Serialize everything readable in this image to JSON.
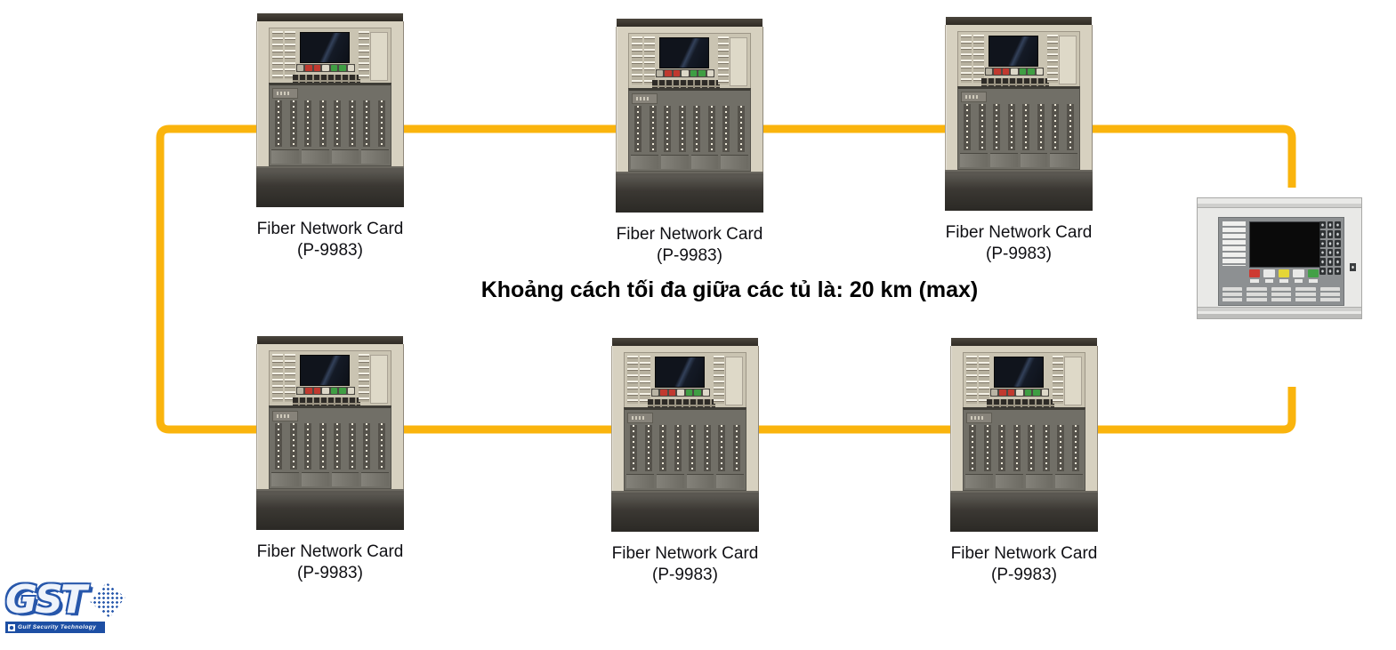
{
  "note": {
    "text": "Khoảng cách tối đa giữa các tủ là: 20 km (max)"
  },
  "cabinets": [
    {
      "position": "top-left",
      "line1": "Fiber Network Card",
      "line2": "(P-9983)"
    },
    {
      "position": "top-middle",
      "line1": "Fiber Network Card",
      "line2": "(P-9983)"
    },
    {
      "position": "top-right",
      "line1": "Fiber Network Card",
      "line2": "(P-9983)"
    },
    {
      "position": "bottom-left",
      "line1": "Fiber Network Card",
      "line2": "(P-9983)"
    },
    {
      "position": "bottom-middle",
      "line1": "Fiber Network Card",
      "line2": "(P-9983)"
    },
    {
      "position": "bottom-right",
      "line1": "Fiber Network Card",
      "line2": "(P-9983)"
    }
  ],
  "repeater": {
    "indicator_colors": [
      "#cd3a31",
      "#e9e9e7",
      "#e4d637",
      "#e9e9e7",
      "#43a047"
    ]
  },
  "logo": {
    "text": "GST",
    "tagline": "Gulf Security Technology"
  },
  "colors": {
    "wire": "#fab40d",
    "label_text": "#101014",
    "note_text": "#000000",
    "logo_blue": "#2757ab"
  }
}
